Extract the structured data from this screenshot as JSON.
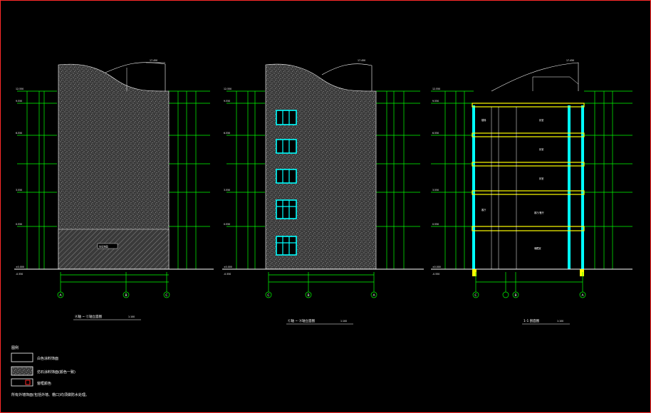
{
  "drawing": {
    "elevation_1": {
      "title": "Ⓐ轴 ~ Ⓒ轴立面图",
      "scale": "1:100",
      "axes": [
        "A",
        "B",
        "C"
      ],
      "level_labels": [
        "12.550",
        "9.550",
        "6.550",
        "3.550",
        "0.550",
        "±0.000",
        "-0.550"
      ],
      "top_note": "17.450",
      "hatch_note": "仿石饰面"
    },
    "elevation_2": {
      "title": "Ⓒ轴 ~ Ⓐ轴立面图",
      "scale": "1:100",
      "axes": [
        "C",
        "B",
        "A"
      ],
      "level_labels": [
        "12.550",
        "9.550",
        "6.550",
        "3.550",
        "0.550",
        "±0.000",
        "-0.550"
      ],
      "top_note": "17.450"
    },
    "section": {
      "title": "1-1 剖面图",
      "scale": "1:100",
      "axes": [
        "C",
        "B",
        "A"
      ],
      "room_labels": [
        "楼梯",
        "卧室",
        "卧室",
        "卧室",
        "客厅",
        "客厅/餐厅",
        "储藏室"
      ],
      "level_labels": [
        "12.550",
        "9.550",
        "6.550",
        "3.550",
        "0.550",
        "±0.000",
        "-0.550"
      ],
      "top_note": "17.450"
    },
    "legend": {
      "title": "图例",
      "items": [
        "白色涂料饰面",
        "仿石涂料饰面(颜色一致)",
        "窗框颜色"
      ],
      "note": "所有外墙饰面(包括外墙、檐口)均须做防水处理。"
    },
    "colors": {
      "background": "#000000",
      "lines": "#ffffff",
      "dimension": "#00ff00",
      "window": "#00ffff",
      "floor": "#ffff00",
      "frame": "#ff2a2a"
    }
  }
}
